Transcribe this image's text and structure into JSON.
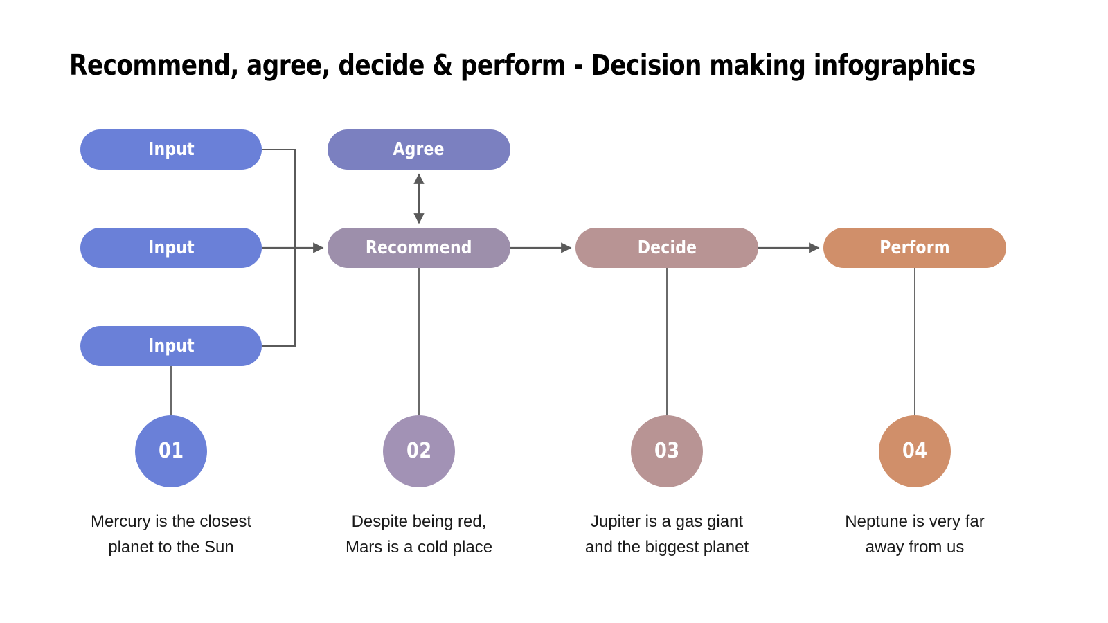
{
  "title": "Recommend, agree, decide & perform - Decision making infographics",
  "palette": {
    "input_blue": "#6a80d8",
    "agree_purple": "#7b80c0",
    "recommend_mauve": "#9d8fab",
    "decide_rose": "#b89494",
    "perform_terracotta": "#d08f6a",
    "connector_gray": "#5a5a5a",
    "title_black": "#000000",
    "caption_black": "#1a1a1a",
    "background": "#ffffff",
    "label_white": "#ffffff"
  },
  "flow": {
    "inputs": [
      {
        "label": "Input"
      },
      {
        "label": "Input"
      },
      {
        "label": "Input"
      }
    ],
    "agree": {
      "label": "Agree"
    },
    "recommend": {
      "label": "Recommend"
    },
    "decide": {
      "label": "Decide"
    },
    "perform": {
      "label": "Perform"
    }
  },
  "steps": [
    {
      "number": "01",
      "caption_line1": "Mercury is the closest",
      "caption_line2": "planet to the Sun"
    },
    {
      "number": "02",
      "caption_line1": "Despite being red,",
      "caption_line2": "Mars is a cold place"
    },
    {
      "number": "03",
      "caption_line1": "Jupiter is a gas giant",
      "caption_line2": "and the biggest planet"
    },
    {
      "number": "04",
      "caption_line1": "Neptune is very far",
      "caption_line2": "away from us"
    }
  ]
}
